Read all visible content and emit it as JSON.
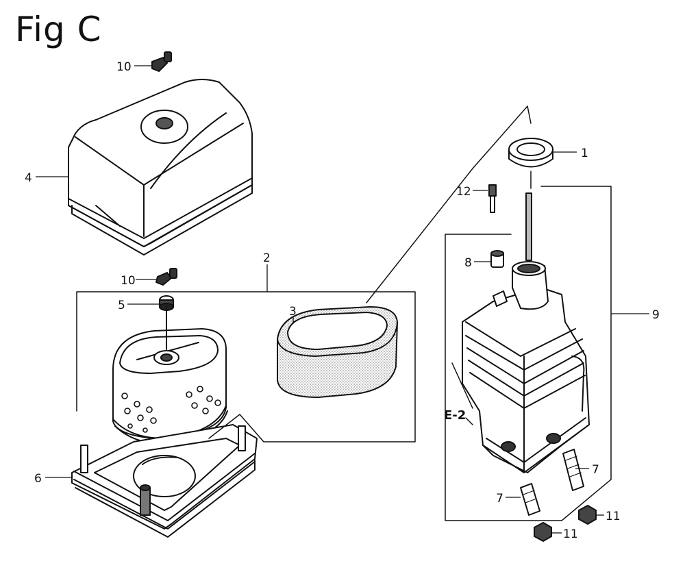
{
  "title": "Fig C",
  "callouts": {
    "c1": "1",
    "c2": "2",
    "c3": "3",
    "c4": "4",
    "c5": "5",
    "c6": "6",
    "c7a": "7",
    "c7b": "7",
    "c8": "8",
    "c9": "9",
    "c10a": "10",
    "c10b": "10",
    "c11a": "11",
    "c11b": "11",
    "c12": "12"
  },
  "reference": "E-2"
}
